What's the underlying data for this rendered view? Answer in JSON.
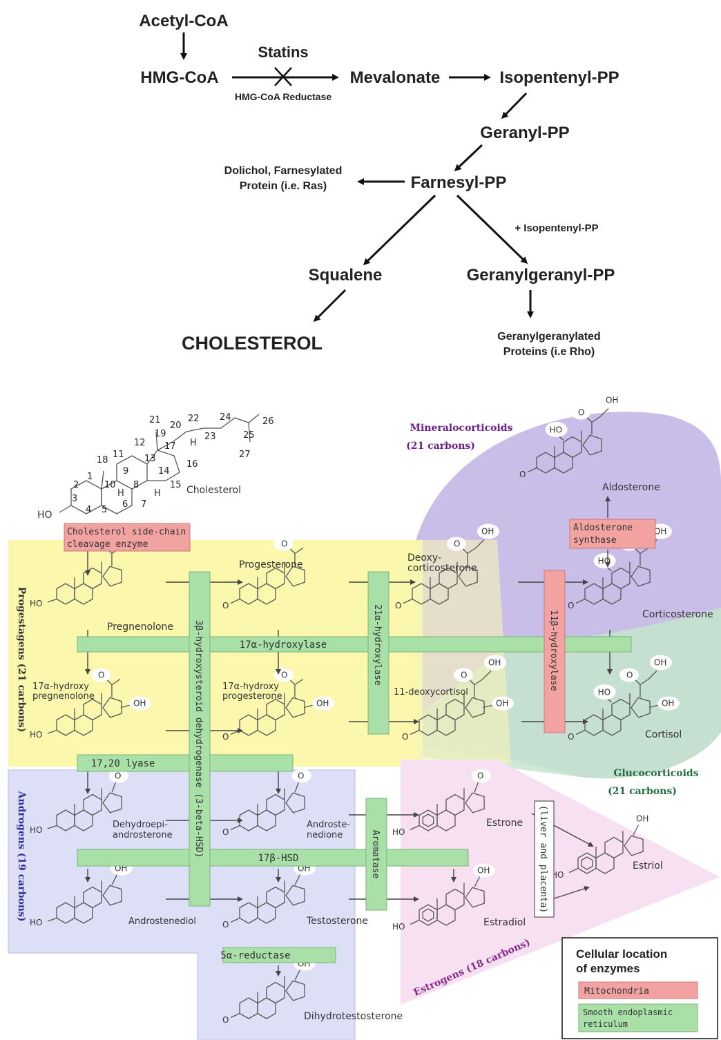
{
  "pathway": {
    "acetyl_coa": "Acetyl-CoA",
    "hmg_coa": "HMG-CoA",
    "statins": "Statins",
    "hmg_reductase": "HMG-CoA Reductase",
    "mevalonate": "Mevalonate",
    "isopentenyl_pp": "Isopentenyl-PP",
    "geranyl_pp": "Geranyl-PP",
    "farnesyl_pp": "Farnesyl-PP",
    "dolichol_1": "Dolichol, Farnesylated",
    "dolichol_2": "Protein (i.e. Ras)",
    "plus_isopentenyl": "+ Isopentenyl-PP",
    "squalene": "Squalene",
    "geranylgeranyl_pp": "Geranylgeranyl-PP",
    "cholesterol": "CHOLESTEROL",
    "gg_proteins_1": "Geranylgeranylated",
    "gg_proteins_2": "Proteins (i.e Rho)"
  },
  "steroids": {
    "numbers": [
      "1",
      "2",
      "3",
      "4",
      "5",
      "6",
      "7",
      "8",
      "9",
      "10",
      "11",
      "12",
      "13",
      "14",
      "15",
      "16",
      "17",
      "19",
      "20",
      "21",
      "22",
      "23",
      "24",
      "25",
      "26",
      "27",
      "18"
    ],
    "cholesterol_label": "Cholesterol",
    "ho": "HO",
    "h": "H",
    "oh": "OH",
    "o": "O",
    "molecules": {
      "pregnenolone": "Pregnenolone",
      "progesterone": "Progesterone",
      "deoxycorticosterone_1": "Deoxy-",
      "deoxycorticosterone_2": "corticosterone",
      "corticosterone": "Corticosterone",
      "aldosterone": "Aldosterone",
      "oh_pregnenolone_1": "17α-hydroxy",
      "oh_pregnenolone_2": "pregnenolone",
      "oh_progesterone_1": "17α-hydroxy",
      "oh_progesterone_2": "progesterone",
      "deoxycortisol": "11-deoxycortisol",
      "cortisol": "Cortisol",
      "dhea_1": "Dehydroepi-",
      "dhea_2": "androsterone",
      "androstenedione_1": "Androste-",
      "androstenedione_2": "nedione",
      "estrone": "Estrone",
      "estriol": "Estriol",
      "androstenediol": "Androstenediol",
      "testosterone": "Testosterone",
      "estradiol": "Estradiol",
      "dht": "Dihydrotestosterone"
    },
    "enzymes": {
      "scc_1": "Cholesterol side-chain",
      "scc_2": "cleavage enzyme",
      "aldo_synthase_1": "Aldosterone",
      "aldo_synthase_2": "synthase",
      "hydroxylase_17a": "17α-hydroxylase",
      "lyase_1720": "17,20 lyase",
      "hsd_17b": "17β-HSD",
      "reductase_5a": "5α-reductase",
      "hsd_3b": "3β-hydroxysteroid dehydrogenase (3-beta-HSD)",
      "hydroxylase_21a": "21α-hydroxylase",
      "hydroxylase_11b": "11β-hydroxylase",
      "aromatase": "Aromatase",
      "liver_placenta": "(liver and placenta)"
    },
    "regions": {
      "mineralocorticoids_1": "Mineralocorticoids",
      "mineralocorticoids_2": "(21 carbons)",
      "glucocorticoids_1": "Glucocorticoids",
      "glucocorticoids_2": "(21 carbons)",
      "progestagens": "Progestagens (21 carbons)",
      "androgens": "Androgens (19 carbons)",
      "estrogens": "Estrogens (18 carbons)"
    },
    "legend": {
      "title_1": "Cellular location",
      "title_2": "of enzymes",
      "mito": "Mitochondria",
      "ser_1": "Smooth endoplasmic",
      "ser_2": "reticulum"
    },
    "colors": {
      "mito": "#f0a0a0",
      "ser": "#a8e0a8",
      "progestagen_bg": "#fbf7a9",
      "androgen_bg": "#d9dcf5",
      "estrogen_bg": "#f5def0",
      "mineral_bg": "#c6bde6",
      "gluco_bg": "#bfe6c4",
      "mineral_text": "#6a1f8a",
      "gluco_text": "#236b40",
      "androgen_text": "#2c2e9a"
    }
  }
}
